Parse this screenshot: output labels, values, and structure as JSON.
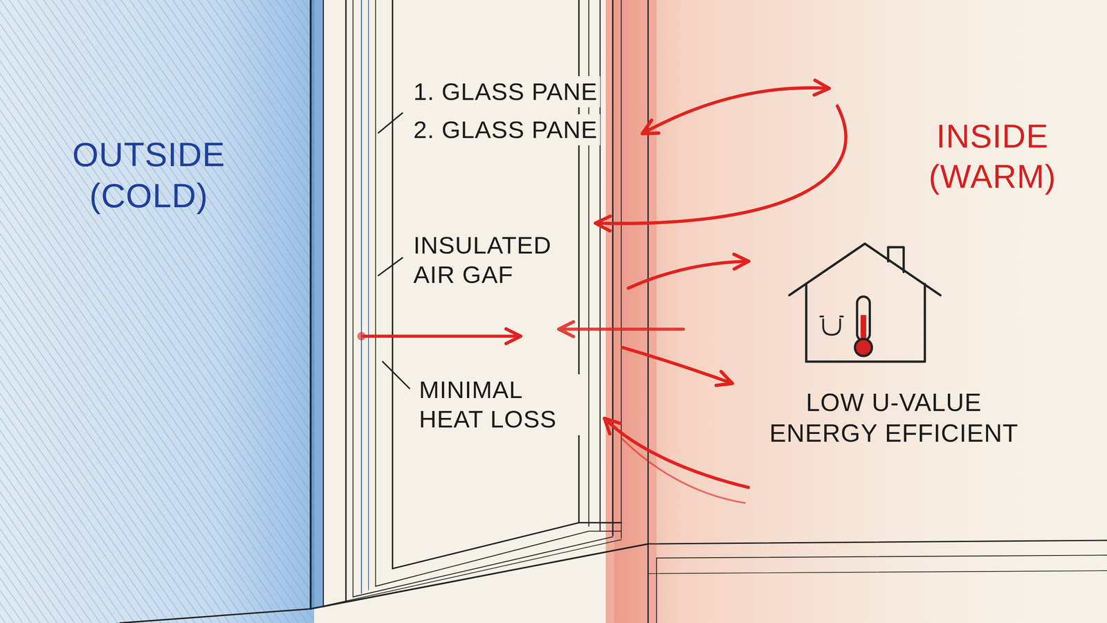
{
  "diagram": {
    "labels": [
      "OUTSIDE (COLD)",
      "1. GLASS PANE",
      "2. GLASS PANE",
      "INSULATED AIR GAF",
      "MINIMAL HEAT LOSS",
      "INSIDE (WARM)",
      "LOW U-VALUE ENERGY EFFICIENT"
    ]
  }
}
